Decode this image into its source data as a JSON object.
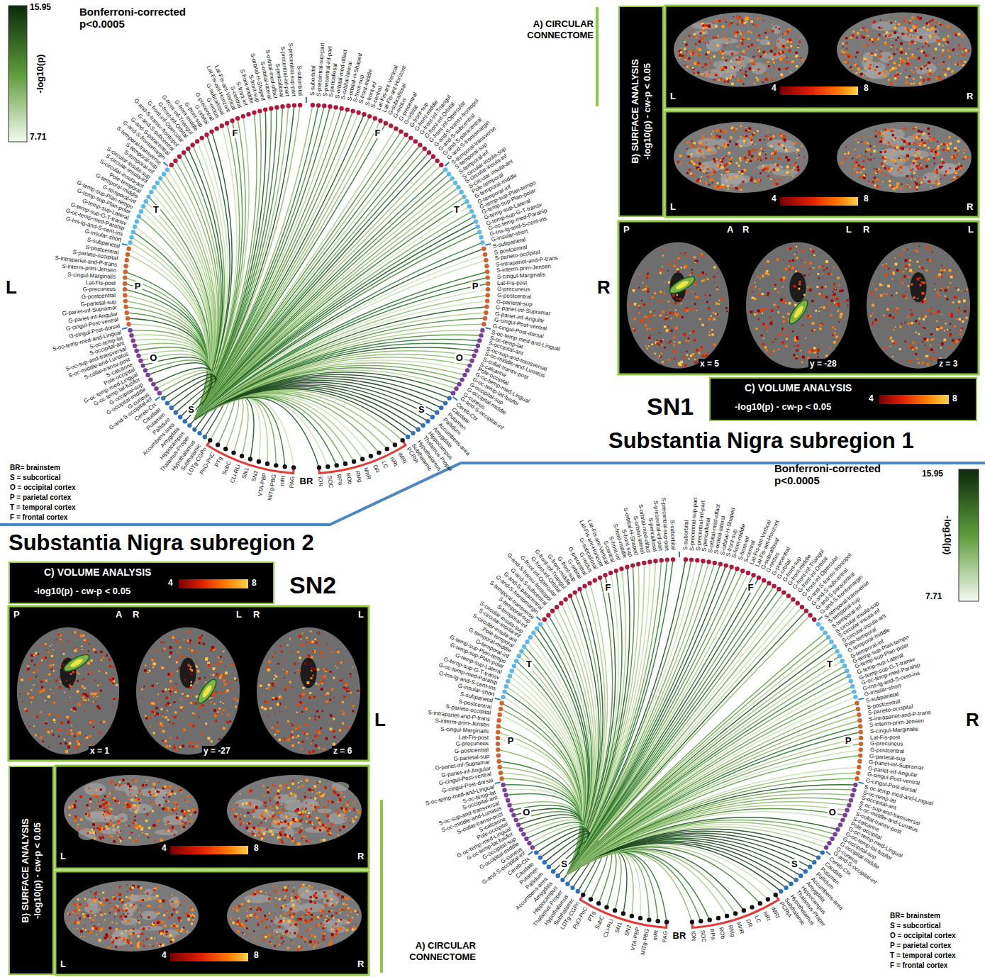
{
  "diagram": {
    "nodes": [
      {
        "text": [
          "B) SURFACE ANALYSIS",
          "-log10(p) - cw-p < 0.05"
        ]
      },
      {
        "text": [
          "C) VOLUME ANALYSIS",
          "-log10(p) - cw-p < 0.05",
          "4",
          "8"
        ]
      },
      {
        "text": [
          "C) VOLUME ANALYSIS",
          "-log10(p) - cw-p < 0.05",
          "4",
          "8"
        ]
      },
      {
        "text": [
          "B) SURFACE ANALYSIS",
          "-log10(p) - cw-p < 0.05"
        ]
      }
    ],
    "labels": [
      "Bonferroni-corrected p<0.0005",
      "15.95",
      "-log10(p)",
      "7.71",
      "A) CIRCULAR CONNECTOME",
      "L",
      "R",
      "BR",
      "F",
      "F",
      "T",
      "T",
      "P",
      "P",
      "O",
      "O",
      "S",
      "S",
      "BR= brainstem",
      "S = subcortical",
      "O = occipital cortex",
      "P = parietal cortex",
      "T = temporal cortex",
      "F = frontal cortex",
      "SN1",
      "Substantia Nigra subregion 1",
      "L",
      "4",
      "8",
      "R",
      "L",
      "4",
      "8",
      "R",
      "P",
      "A",
      "R",
      "L",
      "R",
      "L",
      "x = 5",
      "y = -28",
      "z = 3",
      "S-suborbital",
      "S-precentral-sup-part",
      "S-precentral-inf-part",
      "S-pericallosal",
      "S-orbital-med-olfact",
      "S-orbital-lateral",
      "S-orbital-H-Shaped",
      "S-front-sup",
      "S-front-middle",
      "S-front-inf",
      "S-central",
      "Lat-Fis-ant-Vertical",
      "Lat-Fis-ant-Horizont",
      "G-subcallosal",
      "G-rectus",
      "G-precentral",
      "G-orbital",
      "G-front-sup",
      "G-front-middle",
      "G-front-inf-Triangul",
      "G-front-inf-Orbital",
      "G-front-inf-Opercular",
      "G-and-S-transv-frontopol",
      "G-and-S-subcentral",
      "G-and-S-paracentral",
      "G-and-S-frontomargin",
      "S-temporal-transverse",
      "S-temporal-sup",
      "S-temporal-inf",
      "S-circular-insula-sup",
      "S-circular-insula-inf",
      "S-circular-insula-ant",
      "Pole-temporal",
      "G-temporal-middle",
      "G-temporal-inf",
      "G-temp-sup-Plan-tempo",
      "G-temp-sup-Plan-polar",
      "G-temp-sup-Lateral",
      "G-temp-sup-G-T-transv",
      "G-oc-temp-med-Parahip",
      "G-Ins-lg-and-S-cent-ins",
      "G-insular-short",
      "S-subparietal",
      "S-postcentral",
      "S-parieto-occipital",
      "S-intrapariet-and-P-trans",
      "S-interm-prim-Jensen",
      "S-cingul-Marginalis",
      "Lat-Fis-post",
      "G-precuneus",
      "G-postcentral",
      "G-parietal-sup",
      "G-pariet-inf-Supramar",
      "G-pariet-inf-Angular",
      "G-cingul-Post-ventral",
      "G-cingul-Post-dorsal",
      "S-oc-temp-med-and-Lingual",
      "S-oc-temp-lat",
      "S-occipital-ant",
      "S-oc-sup-and-transversal",
      "S-oc-middle-and-Lunatus",
      "S-collat-transv-post",
      "S-calcarine",
      "Pole-occipital",
      "G-oc-temp-med-Lingual",
      "G-oc-temp-lat-fusifor",
      "G-occipital-sup",
      "G-occipital-middle",
      "G-cuneus",
      "G-and-S-occipital-inf",
      "Cereb-Ctx",
      "Caudate",
      "Putamen",
      "Pallidum",
      "Accumbens-area",
      "Amygdala",
      "Hippocampus",
      "Thalamus-Proper",
      "Hypothalamus",
      "Subthalamic",
      "LDTg-CGPn",
      "PnO-PnC",
      "PTg",
      "SubC",
      "CLi-RLi",
      "SN1",
      "SN2",
      "VTA-PBP",
      "MiTg-PBG",
      "mRt",
      "PAG",
      "S-suborbital",
      "S-precentral-sup-part",
      "S-precentral-inf-part",
      "S-pericallosal",
      "S-orbital-med-olfact",
      "S-orbital-lateral",
      "S-orbital-H-Shaped",
      "S-front-sup",
      "S-front-middle",
      "S-front-inf",
      "S-central",
      "Lat-Fis-ant-Vertical",
      "Lat-Fis-ant-Horizont",
      "G-subcallosal",
      "G-rectus",
      "G-precentral",
      "G-orbital",
      "G-front-sup",
      "G-front-middle",
      "G-front-inf-Triangul",
      "G-front-inf-Orbital",
      "G-front-inf-Opercular",
      "G-and-S-transv-frontopol",
      "G-and-S-subcentral",
      "G-and-S-paracentral",
      "G-and-S-frontomargin",
      "S-temporal-transverse",
      "S-temporal-sup",
      "S-temporal-inf",
      "S-circular-insula-sup",
      "S-circular-insula-inf",
      "S-circular-insula-ant",
      "Pole-temporal",
      "G-temporal-middle",
      "G-temporal-inf",
      "G-temp-sup-Plan-tempo",
      "G-temp-sup-Plan-polar",
      "G-temp-sup-Lateral",
      "G-temp-sup-G-T-transv",
      "G-oc-temp-med-Parahip",
      "G-Ins-lg-and-S-cent-ins",
      "G-insular-short",
      "S-subparietal",
      "S-postcentral",
      "S-parieto-occipital",
      "S-intrapariet-and-P-trans",
      "S-interm-prim-Jensen",
      "S-cingul-Marginalis",
      "Lat-Fis-post",
      "G-precuneus",
      "G-postcentral",
      "G-parietal-sup",
      "G-pariet-inf-Supramar",
      "G-pariet-inf-Angular",
      "G-cingul-Post-ventral",
      "G-cingul-Post-dorsal",
      "S-oc-temp-med-and-Lingual",
      "S-oc-temp-lat",
      "S-occipital-ant",
      "S-oc-sup-and-transversal",
      "S-oc-middle-and-Lunatus",
      "S-collat-transv-post",
      "S-calcarine",
      "Pole-occipital",
      "G-oc-temp-med-Lingual",
      "G-oc-temp-lat-fusifor",
      "G-occipital-sup",
      "G-occipital-middle",
      "G-cuneus",
      "G-and-S-occipital-inf",
      "Cereb-Ctx",
      "Caudate",
      "Putamen",
      "Pallidum",
      "Accumbens-area",
      "Amygdala",
      "Hippocampus",
      "Thalamus-Proper",
      "Hypothalamus",
      "Subthalamic",
      "PCRtA",
      "iMRt",
      "isRt",
      "LC",
      "DR",
      "MnR",
      "RMg",
      "ROb",
      "RPa",
      "SOC",
      "ION",
      "Substantia Nigra subregion 2",
      "SN2",
      "P",
      "A",
      "R",
      "L",
      "R",
      "L",
      "x = 1",
      "y = -27",
      "z = 6",
      "L",
      "4",
      "8",
      "R",
      "L",
      "4",
      "8",
      "R",
      "Bonferroni-corrected p<0.0005",
      "15.95",
      "-log10(p)",
      "7.71",
      "A) CIRCULAR CONNECTOME",
      "L",
      "R",
      "BR",
      "F",
      "F",
      "T",
      "T",
      "P",
      "P",
      "O",
      "O",
      "S",
      "S",
      "BR= brainstem",
      "S = subcortical",
      "O = occipital cortex",
      "P = parietal cortex",
      "T = temporal cortex",
      "F = frontal cortex",
      "S-suborbital",
      "S-precentral-sup-part",
      "S-precentral-inf-part",
      "S-pericallosal",
      "S-orbital-med-olfact",
      "S-orbital-lateral",
      "S-orbital-H-Shaped",
      "S-front-sup",
      "S-front-middle",
      "S-front-inf",
      "S-central",
      "Lat-Fis-ant-Vertical",
      "Lat-Fis-ant-Horizont",
      "G-subcallosal",
      "G-rectus",
      "G-precentral",
      "G-orbital",
      "G-front-sup",
      "G-front-middle",
      "G-front-inf-Triangul",
      "G-front-inf-Orbital",
      "G-front-inf-Opercular",
      "G-and-S-transv-frontopol",
      "G-and-S-subcentral",
      "G-and-S-paracentral",
      "G-and-S-frontomargin",
      "S-temporal-transverse",
      "S-temporal-sup",
      "S-temporal-inf",
      "S-circular-insula-sup",
      "S-circular-insula-inf",
      "S-circular-insula-ant",
      "Pole-temporal",
      "G-temporal-middle",
      "G-temporal-inf",
      "G-temp-sup-Plan-tempo",
      "G-temp-sup-Plan-polar",
      "G-temp-sup-Lateral",
      "G-temp-sup-G-T-transv",
      "G-oc-temp-med-Parahip",
      "G-Ins-lg-and-S-cent-ins",
      "G-insular-short",
      "S-subparietal",
      "S-postcentral",
      "S-parieto-occipital",
      "S-intrapariet-and-P-trans",
      "S-interm-prim-Jensen",
      "S-cingul-Marginalis",
      "Lat-Fis-post",
      "G-precuneus",
      "G-postcentral",
      "G-parietal-sup",
      "G-pariet-inf-Supramar",
      "G-pariet-inf-Angular",
      "G-cingul-Post-ventral",
      "G-cingul-Post-dorsal",
      "S-oc-temp-med-and-Lingual",
      "S-oc-temp-lat",
      "S-occipital-ant",
      "S-oc-sup-and-transversal",
      "S-oc-middle-and-Lunatus",
      "S-collat-transv-post",
      "S-calcarine",
      "Pole-occipital",
      "G-oc-temp-med-Lingual",
      "G-oc-temp-lat-fusifor",
      "G-occipital-sup",
      "G-occipital-middle",
      "G-cuneus",
      "G-and-S-occipital-inf",
      "Cereb-Ctx",
      "Caudate",
      "Putamen",
      "Pallidum",
      "Accumbens-area",
      "Amygdala",
      "Hippocampus",
      "Thalamus-Proper",
      "Hypothalamus",
      "Subthalamic",
      "LDTg-CGPn",
      "PnO-PnC",
      "PTg",
      "SubC",
      "CLi-RLi",
      "SN1",
      "SN2",
      "VTA-PBP",
      "MiTg-PBG",
      "mRt",
      "PAG",
      "S-suborbital",
      "S-precentral-sup-part",
      "S-precentral-inf-part",
      "S-pericallosal",
      "S-orbital-med-olfact",
      "S-orbital-lateral",
      "S-orbital-H-Shaped",
      "S-front-sup",
      "S-front-middle",
      "S-front-inf",
      "S-central",
      "Lat-Fis-ant-Vertical",
      "Lat-Fis-ant-Horizont",
      "G-subcallosal",
      "G-rectus",
      "G-precentral",
      "G-orbital",
      "G-front-sup",
      "G-front-middle",
      "G-front-inf-Triangul",
      "G-front-inf-Orbital",
      "G-front-inf-Opercular",
      "G-and-S-transv-frontopol",
      "G-and-S-subcentral",
      "G-and-S-paracentral",
      "G-and-S-frontomargin",
      "S-temporal-transverse",
      "S-temporal-sup",
      "S-temporal-inf",
      "S-circular-insula-sup",
      "S-circular-insula-inf",
      "S-circular-insula-ant",
      "Pole-temporal",
      "G-temporal-middle",
      "G-temporal-inf",
      "G-temp-sup-Plan-tempo",
      "G-temp-sup-Plan-polar",
      "G-temp-sup-Lateral",
      "G-temp-sup-G-T-transv",
      "G-oc-temp-med-Parahip",
      "G-Ins-lg-and-S-cent-ins",
      "G-insular-short",
      "S-subparietal",
      "S-postcentral",
      "S-parieto-occipital",
      "S-intrapariet-and-P-trans",
      "S-interm-prim-Jensen",
      "S-cingul-Marginalis",
      "Lat-Fis-post",
      "G-precuneus",
      "G-postcentral",
      "G-parietal-sup",
      "G-pariet-inf-Supramar",
      "G-pariet-inf-Angular",
      "G-cingul-Post-ventral",
      "G-cingul-Post-dorsal",
      "S-oc-temp-med-and-Lingual",
      "S-oc-temp-lat",
      "S-occipital-ant",
      "S-oc-sup-and-transversal",
      "S-oc-middle-and-Lunatus",
      "S-collat-transv-post",
      "S-calcarine",
      "Pole-occipital",
      "G-oc-temp-med-Lingual",
      "G-oc-temp-lat-fusifor",
      "G-occipital-sup",
      "G-occipital-middle",
      "G-cuneus",
      "G-and-S-occipital-inf",
      "Cereb-Ctx",
      "Caudate",
      "Putamen",
      "Pallidum",
      "Accumbens-area",
      "Amygdala",
      "Hippocampus",
      "Thalamus-Proper",
      "Hypothalamus",
      "Subthalamic",
      "PCRtA",
      "iMRt",
      "isRt",
      "LC",
      "DR",
      "MnR",
      "RMg",
      "ROb",
      "RPa",
      "SOC",
      "ION"
    ]
  }
}
